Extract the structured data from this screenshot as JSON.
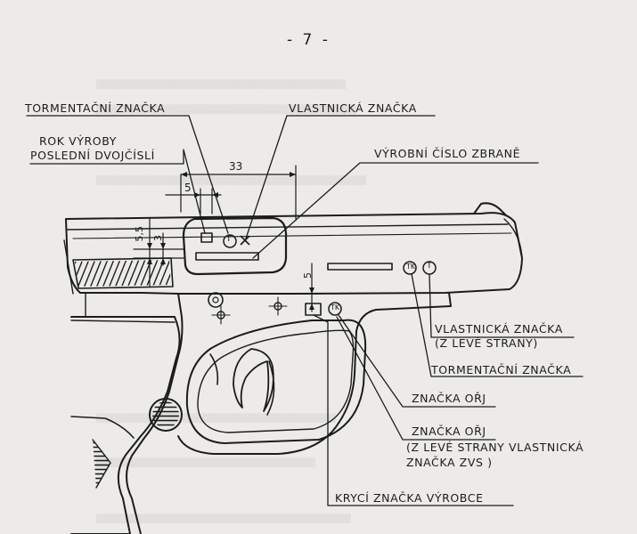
{
  "page_number": "- 7 -",
  "labels": {
    "tormentacni_top": "TORMENTAČNÍ ZNAČKA",
    "vlastnicka_top": "VLASTNICKÁ ZNAČKA",
    "rok_vyroby_1": "ROK VÝROBY",
    "rok_vyroby_2": "POSLEDNÍ DVOJČÍSLÍ",
    "vyrobni_cislo": "VÝROBNÍ ČÍSLO ZBRANĚ",
    "vlastnicka_left_1": "VLASTNICKÁ ZNAČKA",
    "vlastnicka_left_2": "(Z LEVÉ STRANY)",
    "tormentacni_right": "TORMENTAČNÍ ZNAČKA",
    "znacka_orj": "ZNAČKA OŘJ",
    "znacka_orj_2_1": "ZNAČKA OŘJ",
    "znacka_orj_2_2": "(Z LEVÉ STRANY VLASTNICKÁ",
    "znacka_orj_2_3": "ZNAČKA ZVS )",
    "kryci_znacka": "KRYCÍ ZNAČKA VÝROBCE"
  },
  "dimensions": {
    "d33": "33",
    "d5_top": "5",
    "d55": "5,5",
    "d3": "3",
    "d5_side": "5"
  },
  "marks": {
    "t": "T",
    "tk": "TK"
  },
  "colors": {
    "ink": "#1c1c1c",
    "paper": "#ecebe7"
  }
}
